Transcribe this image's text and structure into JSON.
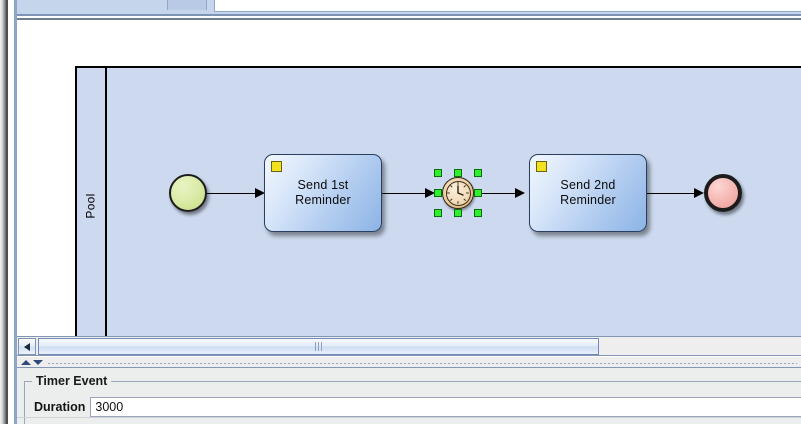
{
  "window": {
    "title_visible": false
  },
  "canvas": {
    "pool": {
      "label": "Pool",
      "fill_color": "#ccd9ef",
      "border_color": "#000000"
    },
    "elements": [
      {
        "id": "start",
        "type": "start-event",
        "label": "",
        "color": "#c3dd7e"
      },
      {
        "id": "task1",
        "type": "send-task",
        "label": "Send 1st\nReminder",
        "marker": "send-marker",
        "marker_color": "#f2e21e"
      },
      {
        "id": "timer",
        "type": "intermediate-timer-event",
        "label": "",
        "selected": true,
        "selection_handle_color": "#2ff02f"
      },
      {
        "id": "task2",
        "type": "send-task",
        "label": "Send 2nd\nReminder",
        "marker": "send-marker",
        "marker_color": "#f2e21e"
      },
      {
        "id": "end",
        "type": "end-event",
        "label": "",
        "color": "#ef9a95"
      }
    ],
    "connectors": [
      {
        "from": "start",
        "to": "task1"
      },
      {
        "from": "task1",
        "to": "timer"
      },
      {
        "from": "timer",
        "to": "task2"
      },
      {
        "from": "task2",
        "to": "end"
      }
    ]
  },
  "scrollbar": {
    "left_arrow": "◀",
    "orientation": "horizontal"
  },
  "splitter": {
    "up_arrow": "▲",
    "down_arrow": "▼"
  },
  "properties": {
    "group_title": "Timer Event",
    "fields": [
      {
        "label": "Duration",
        "value": "3000",
        "placeholder": ""
      }
    ]
  }
}
